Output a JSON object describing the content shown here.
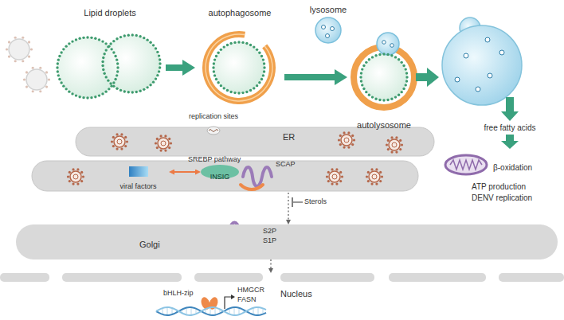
{
  "diagram": {
    "nodes": [
      {
        "text": [
          "Lipid droplets"
        ]
      },
      {
        "text": [
          "autophagosome"
        ]
      },
      {
        "text": [
          "lysosome"
        ]
      },
      {
        "text": [
          "autolysosome"
        ]
      },
      {
        "text": [
          "ER"
        ]
      },
      {
        "text": [
          "viral factors"
        ],
        "in": 4
      },
      {
        "text": [
          "INSIG"
        ],
        "in": 4
      },
      {
        "text": [
          "Golgi"
        ]
      },
      {
        "text": [
          "Nucleus"
        ]
      },
      {
        "text": [
          "β-oxidation"
        ]
      }
    ],
    "edges": [
      {
        "from": 0,
        "to": 1,
        "arrow": "to"
      },
      {
        "from": 1,
        "to": 3,
        "arrow": "to"
      },
      {
        "from": 5,
        "to": 6,
        "arrow": "both"
      },
      {
        "from": 4,
        "to": 7,
        "arrow": "to"
      },
      {
        "from": 7,
        "to": 8,
        "arrow": "to"
      }
    ],
    "labels": [
      "replication sites",
      "SREBP pathway",
      "SCAP",
      "Sterols",
      "S2P",
      "S1P",
      "bHLH-zip",
      "HMGCR",
      "FASN",
      "free fatty acids",
      "ATP production",
      "DENV replication"
    ]
  }
}
